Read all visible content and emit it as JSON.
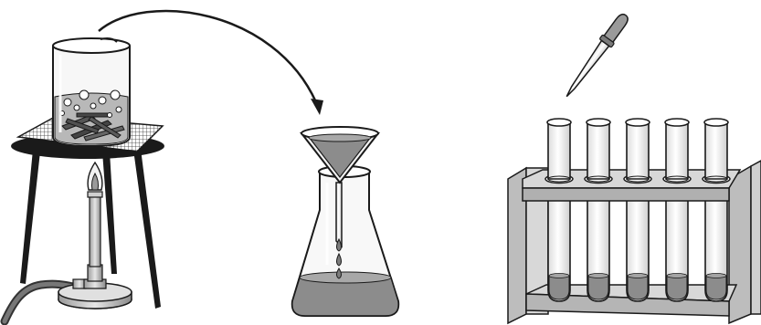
{
  "scene": {
    "panels": [
      {
        "name": "boiling-leaves",
        "items": [
          "beaker",
          "boiling-water",
          "plant-material",
          "wire-gauze",
          "tripod-stand",
          "bunsen-burner",
          "gas-tubing"
        ]
      },
      {
        "name": "filtration",
        "items": [
          "filter-funnel",
          "filter-paper",
          "conical-flask",
          "filtrate-drops",
          "filtrate"
        ]
      },
      {
        "name": "test-tubes",
        "items": [
          "dropper-pipette",
          "test-tube-rack",
          "test-tubes"
        ]
      }
    ],
    "test_tube_count": 5,
    "filtrate_drop_count": 3
  },
  "colors": {
    "outline": "#1a1a1a",
    "liquid": "#8c8c8c",
    "liquid_light": "#b8b8b8",
    "rack": "#d6d6d6",
    "rack_shadow": "#a9a9a9",
    "flame": "#f2f2f2",
    "metal": "#c8c8c8"
  }
}
